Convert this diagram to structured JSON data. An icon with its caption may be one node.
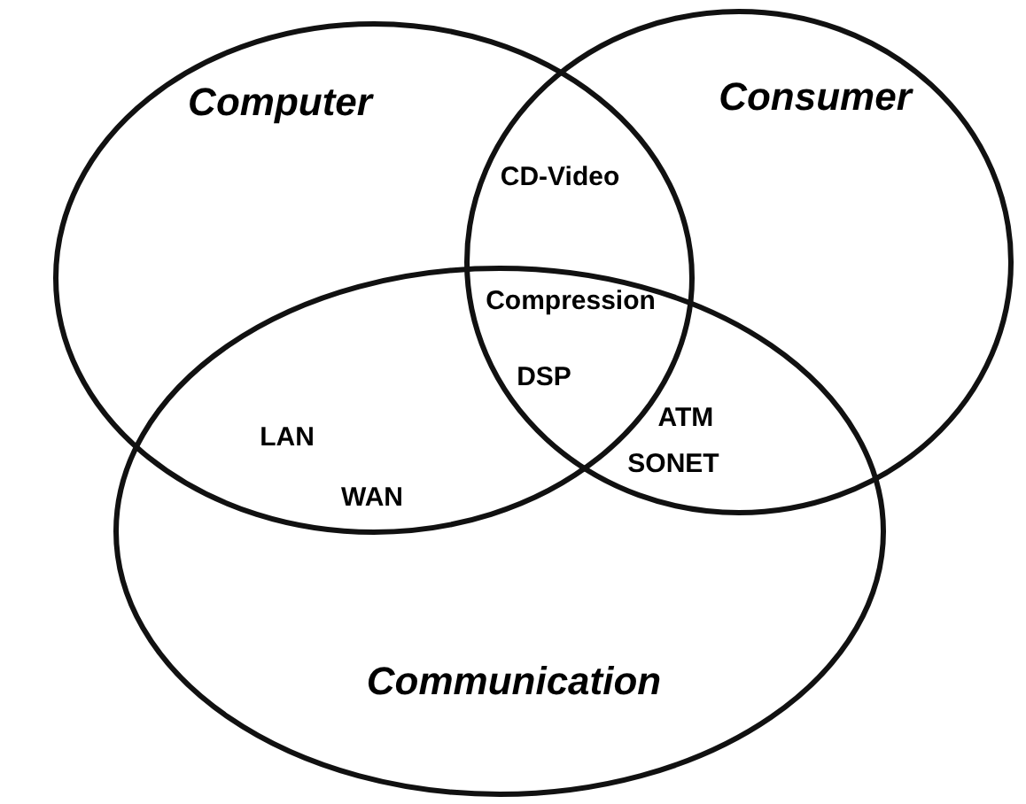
{
  "diagram": {
    "nodes": [
      {
        "text": [
          "Computer"
        ]
      },
      {
        "text": [
          "Consumer"
        ]
      },
      {
        "text": [
          "Communication"
        ]
      }
    ],
    "labels": [
      "CD-Video",
      "Compression",
      "DSP",
      "LAN",
      "ATM",
      "WAN",
      "SONET"
    ]
  }
}
